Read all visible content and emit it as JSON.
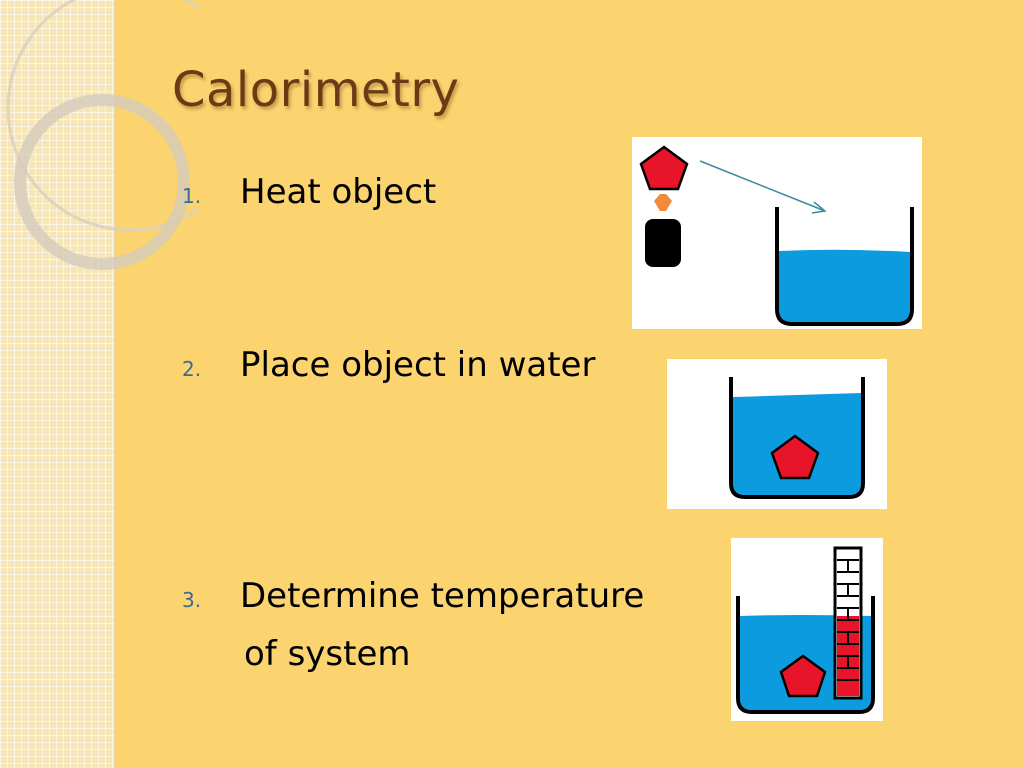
{
  "slide": {
    "title": "Calorimetry",
    "steps": [
      {
        "number": "1.",
        "text": "Heat object"
      },
      {
        "number": "2.",
        "text": "Place object in water"
      },
      {
        "number": "3.",
        "text": "Determine temperature",
        "continuation": "of system"
      }
    ]
  },
  "colors": {
    "background": "#FBD46F",
    "title": "#6B3B16",
    "number": "#3A6A96",
    "water": "#0D9BE0",
    "object": "#E8152A",
    "flame": "#F28A3C",
    "arrow": "#3A8C9E"
  }
}
